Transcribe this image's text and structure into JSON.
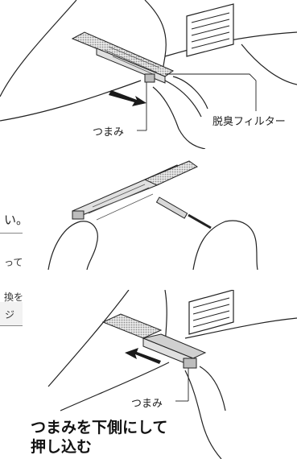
{
  "page": {
    "label_filter": "脱臭フィルター",
    "label_knob_top": "つまみ",
    "label_knob_bottom": "つまみ",
    "cut_text_1": "い。",
    "cut_text_2": "って",
    "cut_text_3": "換を",
    "cut_text_4": "ジ",
    "instruction_line1": "つまみを下側にして",
    "instruction_line2": "押し込む"
  },
  "colors": {
    "line": "#222222",
    "filter_dots": "#9a9a9a",
    "arrow": "#1a1a1a"
  },
  "icons": [
    "arrow-right-icon",
    "arrow-left-icon"
  ]
}
